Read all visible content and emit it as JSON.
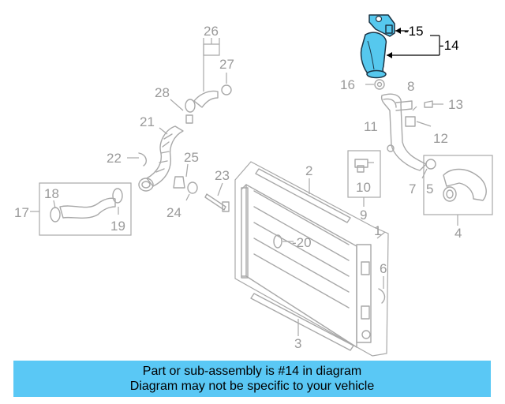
{
  "callouts": {
    "c1": "1",
    "c2": "2",
    "c3": "3",
    "c4": "4",
    "c5": "5",
    "c6": "6",
    "c7": "7",
    "c8": "8",
    "c9": "9",
    "c10": "10",
    "c11": "11",
    "c12": "12",
    "c13": "13",
    "c14": "-14",
    "c15": "-15",
    "c16": "16",
    "c17": "17",
    "c18": "18",
    "c19": "19",
    "c20": "-20",
    "c21": "21",
    "c22": "22",
    "c23": "23",
    "c24": "24",
    "c25": "25",
    "c26": "26",
    "c27": "27",
    "c28": "28"
  },
  "caption": {
    "line1": "Part or sub-assembly is #14 in diagram",
    "line2": "Diagram may not be specific to your vehicle"
  },
  "colors": {
    "highlight_fill": "#56c8ee",
    "caption_background": "#5ac8f5",
    "line_gray": "#a8a8a8",
    "highlight_text": "#000000"
  }
}
